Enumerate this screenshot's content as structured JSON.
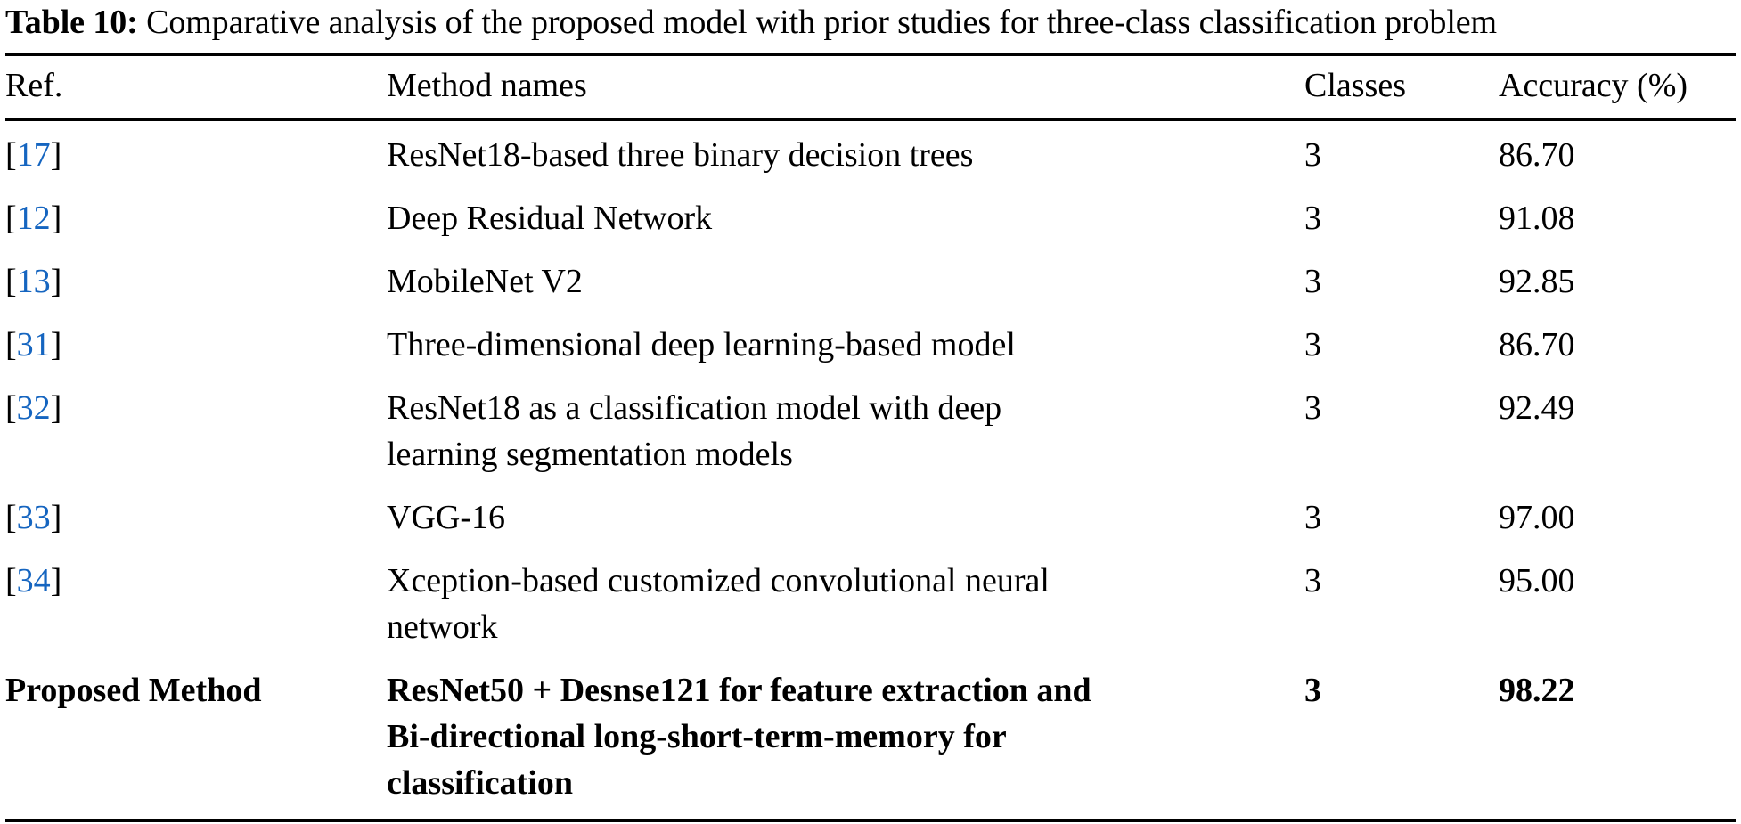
{
  "caption": {
    "label": "Table 10:",
    "text": " Comparative analysis of the proposed model with prior studies for three-class classification problem"
  },
  "colors": {
    "reference_link": "#1565C0",
    "text": "#000000",
    "rule": "#000000",
    "background": "#ffffff"
  },
  "table": {
    "columns": [
      {
        "key": "ref",
        "label": "Ref."
      },
      {
        "key": "method",
        "label": "Method names"
      },
      {
        "key": "classes",
        "label": "Classes"
      },
      {
        "key": "accuracy",
        "label": "Accuracy (%)"
      }
    ],
    "rows": [
      {
        "ref_open": "[",
        "ref_num": "17",
        "ref_close": "]",
        "method_lines": [
          "ResNet18-based three binary decision trees"
        ],
        "classes": "3",
        "accuracy": "86.70",
        "bold": false
      },
      {
        "ref_open": "[",
        "ref_num": "12",
        "ref_close": "]",
        "method_lines": [
          "Deep Residual Network"
        ],
        "classes": "3",
        "accuracy": "91.08",
        "bold": false
      },
      {
        "ref_open": "[",
        "ref_num": "13",
        "ref_close": "]",
        "method_lines": [
          "MobileNet V2"
        ],
        "classes": "3",
        "accuracy": "92.85",
        "bold": false
      },
      {
        "ref_open": "[",
        "ref_num": "31",
        "ref_close": "]",
        "method_lines": [
          "Three-dimensional deep learning-based model"
        ],
        "classes": "3",
        "accuracy": "86.70",
        "bold": false
      },
      {
        "ref_open": "[",
        "ref_num": "32",
        "ref_close": "]",
        "method_lines": [
          "ResNet18 as a classification model with deep",
          "learning segmentation models"
        ],
        "classes": "3",
        "accuracy": "92.49",
        "bold": false
      },
      {
        "ref_open": "[",
        "ref_num": "33",
        "ref_close": "]",
        "method_lines": [
          "VGG-16"
        ],
        "classes": "3",
        "accuracy": "97.00",
        "bold": false
      },
      {
        "ref_open": "[",
        "ref_num": "34",
        "ref_close": "]",
        "method_lines": [
          "Xception-based customized convolutional neural",
          "network"
        ],
        "classes": "3",
        "accuracy": "95.00",
        "bold": false
      },
      {
        "ref_open": "",
        "ref_num": "",
        "ref_close": "",
        "ref_text": "Proposed Method",
        "method_lines": [
          "ResNet50 + Desnse121 for feature extraction and",
          "Bi-directional long-short-term-memory for",
          "classification"
        ],
        "classes": "3",
        "accuracy": "98.22",
        "bold": true
      }
    ]
  }
}
